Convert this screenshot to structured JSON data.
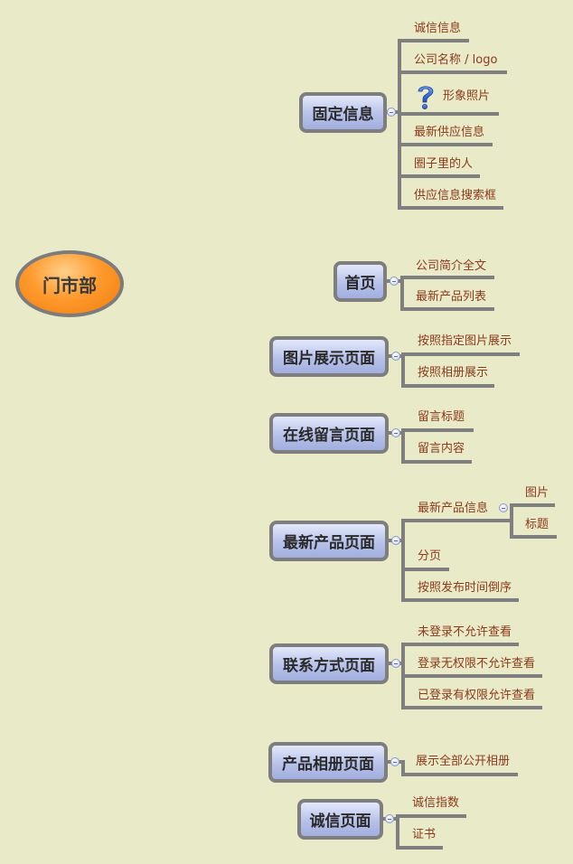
{
  "root": {
    "label": "门市部"
  },
  "topics": [
    {
      "label": "固定信息",
      "leaves": [
        "诚信信息",
        "公司名称 / logo",
        "形象照片",
        "最新供应信息",
        "圈子里的人",
        "供应信息搜索框"
      ]
    },
    {
      "label": "首页",
      "leaves": [
        "公司简介全文",
        "最新产品列表"
      ]
    },
    {
      "label": "图片展示页面",
      "leaves": [
        "按照指定图片展示",
        "按照相册展示"
      ]
    },
    {
      "label": "在线留言页面",
      "leaves": [
        "留言标题",
        "留言内容"
      ]
    },
    {
      "label": "最新产品页面",
      "leaves": [
        "最新产品信息",
        "分页",
        "按照发布时间倒序"
      ],
      "subleaves": [
        "图片",
        "标题"
      ]
    },
    {
      "label": "联系方式页面",
      "leaves": [
        "未登录不允许查看",
        "登录无权限不允许查看",
        "已登录有权限允许查看"
      ]
    },
    {
      "label": "产品相册页面",
      "leaves": [
        "展示全部公开相册"
      ]
    },
    {
      "label": "诚信页面",
      "leaves": [
        "诚信指数",
        "证书"
      ]
    }
  ],
  "icons": {
    "photo_placeholder": "question-mark-icon"
  },
  "colors": {
    "background": "#e8eac8",
    "root_fill": "#ff9a2e",
    "topic_fill": "#b7c2ea",
    "branch_line": "#7f7f7f",
    "leaf_text": "#8b3a1c"
  }
}
